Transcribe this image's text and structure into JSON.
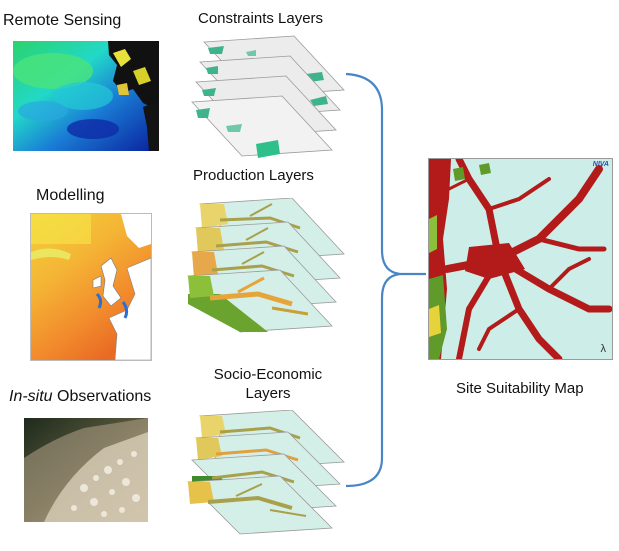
{
  "inputs": {
    "remote_sensing": "Remote Sensing",
    "modelling": "Modelling",
    "in_situ_italic": "In-situ",
    "in_situ_rest": " Observations"
  },
  "layers": {
    "constraints": "Constraints Layers",
    "production": "Production Layers",
    "socio_line1": "Socio-Economic",
    "socio_line2": "Layers"
  },
  "output": {
    "title": "Site Suitability Map",
    "logo_text": "NIVA",
    "north_arrow": "λ"
  },
  "colors": {
    "bracket": "#4a86c5",
    "sea": "#cdeee8",
    "land_red": "#b31a1a",
    "land_green": "#5f9a2a"
  }
}
